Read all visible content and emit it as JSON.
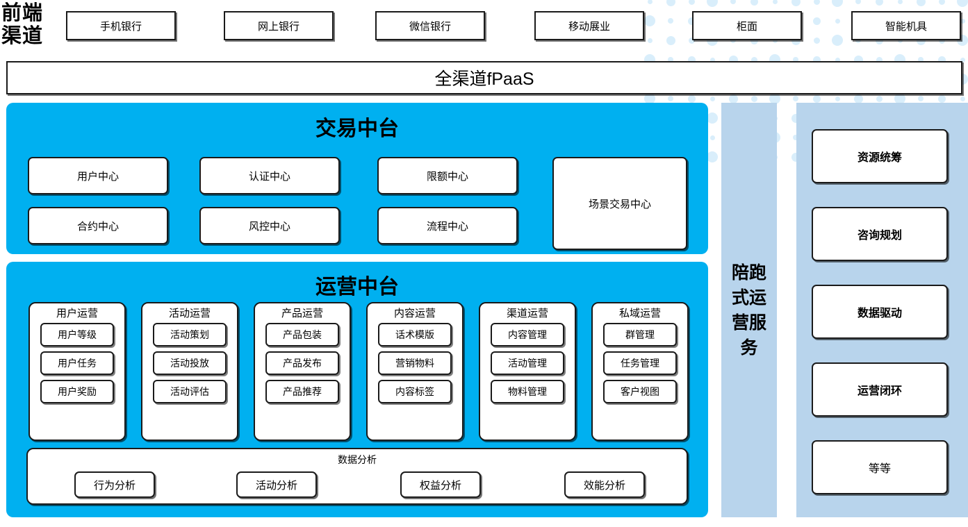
{
  "theme": {
    "cyan": "#00b0f0",
    "light_blue": "#b8d4ec",
    "dot_color": "#d9eefb",
    "box_border": "#1a1a1a",
    "box_fill": "#ffffff"
  },
  "channels": {
    "label": "前端\n渠道",
    "label_line1": "前端",
    "label_line2": "渠道",
    "items": [
      {
        "label": "手机银行"
      },
      {
        "label": "网上银行"
      },
      {
        "label": "微信银行"
      },
      {
        "label": "移动展业"
      },
      {
        "label": "柜面"
      },
      {
        "label": "智能机具"
      }
    ]
  },
  "fpaas": {
    "label": "全渠道fPaaS"
  },
  "trade_platform": {
    "title": "交易中台",
    "boxes": [
      {
        "label": "用户中心"
      },
      {
        "label": "认证中心"
      },
      {
        "label": "限额中心"
      },
      {
        "label": "合约中心"
      },
      {
        "label": "风控中心"
      },
      {
        "label": "流程中心"
      }
    ],
    "tall_box": {
      "label": "场景交易中心"
    }
  },
  "ops_platform": {
    "title": "运营中台",
    "columns": [
      {
        "title": "用户运营",
        "items": [
          "用户等级",
          "用户任务",
          "用户奖励"
        ]
      },
      {
        "title": "活动运营",
        "items": [
          "活动策划",
          "活动投放",
          "活动评估"
        ]
      },
      {
        "title": "产品运营",
        "items": [
          "产品包装",
          "产品发布",
          "产品推荐"
        ]
      },
      {
        "title": "内容运营",
        "items": [
          "话术模版",
          "营销物料",
          "内容标签"
        ]
      },
      {
        "title": "渠道运营",
        "items": [
          "内容管理",
          "活动管理",
          "物料管理"
        ]
      },
      {
        "title": "私域运营",
        "items": [
          "群管理",
          "任务管理",
          "客户视图"
        ]
      }
    ],
    "analytics": {
      "title": "数据分析",
      "items": [
        "行为分析",
        "活动分析",
        "权益分析",
        "效能分析"
      ]
    }
  },
  "service_column": {
    "label": "陪跑式运营服务",
    "lines": [
      "陪跑",
      "式运",
      "营服",
      "务"
    ]
  },
  "capability_column": {
    "items": [
      {
        "label": "资源统筹",
        "bold": true
      },
      {
        "label": "咨询规划",
        "bold": true
      },
      {
        "label": "数据驱动",
        "bold": true
      },
      {
        "label": "运营闭环",
        "bold": true
      },
      {
        "label": "等等",
        "bold": false
      }
    ]
  }
}
